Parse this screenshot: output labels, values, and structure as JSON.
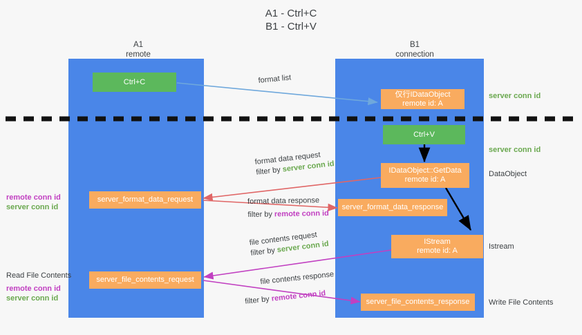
{
  "title": {
    "line1": "A1 - Ctrl+C",
    "line2": "B1 - Ctrl+V"
  },
  "colors": {
    "lane": "#4a86e8",
    "node_orange": "#f9ab5f",
    "node_green": "#5cb85c",
    "server_conn": "#6aa84f",
    "remote_conn": "#c140c1",
    "arrow_blue": "#6fa8dc",
    "arrow_red": "#e06666",
    "arrow_magenta": "#c140c1",
    "arrow_black": "#000000",
    "background": "#f7f7f7"
  },
  "lanes": [
    {
      "name": "A1",
      "sub": "remote"
    },
    {
      "name": "B1",
      "sub": "connection"
    }
  ],
  "nodes": {
    "ctrl_c": {
      "line1": "Ctrl+C"
    },
    "data_object_remote": {
      "line1": "仅行IDataObject",
      "line2": "remote id: A"
    },
    "ctrl_v": {
      "line1": "Ctrl+V"
    },
    "get_data": {
      "line1": "IDataObject::GetData",
      "line2": "remote id: A"
    },
    "format_data_request": {
      "line1": "server_format_data_request"
    },
    "format_data_response": {
      "line1": "server_format_data_response"
    },
    "istream": {
      "line1": "IStream",
      "line2": "remote id: A"
    },
    "file_contents_request": {
      "line1": "server_file_contents_request"
    },
    "file_contents_response": {
      "line1": "server_file_contents_response"
    }
  },
  "right_labels": [
    {
      "text": "server conn id",
      "style": "green"
    },
    {
      "text": "server conn id",
      "style": "green"
    },
    {
      "text": "DataObject",
      "style": "plain"
    },
    {
      "text": "Istream",
      "style": "plain"
    },
    {
      "text": "Write File Contents",
      "style": "plain"
    }
  ],
  "left_labels": {
    "group1": {
      "remote": "remote conn id",
      "server": "server conn id"
    },
    "read_file_contents": "Read File Contents",
    "group2": {
      "remote": "remote conn id",
      "server": "server conn id"
    }
  },
  "edges": [
    {
      "name": "format-list",
      "label": "format list"
    },
    {
      "name": "format-data-request",
      "label": "format data request",
      "filter_prefix": "filter by",
      "filter_key": "server conn id",
      "filter_style": "green"
    },
    {
      "name": "format-data-response",
      "label": "format data response",
      "filter_prefix": "filter by",
      "filter_key": "remote conn id",
      "filter_style": "purple"
    },
    {
      "name": "file-contents-request",
      "label": "file contents request",
      "filter_prefix": "filter by",
      "filter_key": "server conn id",
      "filter_style": "green"
    },
    {
      "name": "file-contents-response",
      "label": "file contents response",
      "filter_prefix": "filter by",
      "filter_key": "remote conn id",
      "filter_style": "purple"
    }
  ]
}
